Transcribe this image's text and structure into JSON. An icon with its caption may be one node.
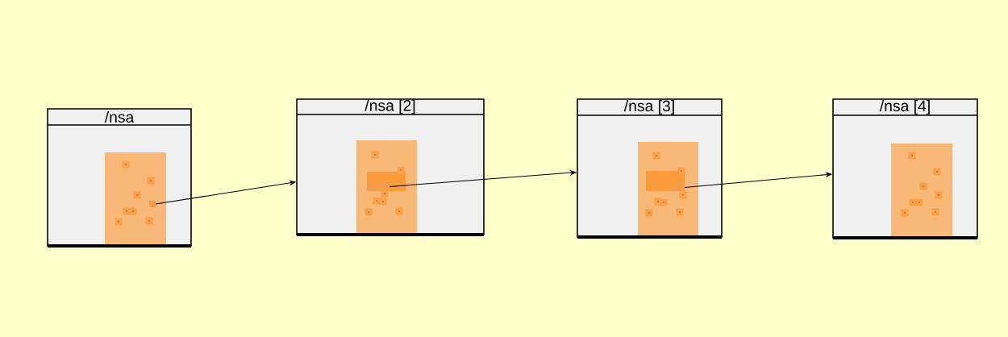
{
  "diagram": {
    "nodes": [
      {
        "text": [
          "/nsa"
        ]
      },
      {
        "text": [],
        "shape": "box",
        "in": 0
      },
      {
        "text": [
          "/nsa [2]"
        ]
      },
      {
        "text": [],
        "shape": "box",
        "in": 2
      },
      {
        "text": [
          "/nsa [3]"
        ]
      },
      {
        "text": [],
        "shape": "box",
        "in": 4
      },
      {
        "text": [
          "/nsa [4]"
        ]
      }
    ],
    "edges": [
      {
        "from": 1,
        "to": 2,
        "arrow": "to"
      },
      {
        "from": 3,
        "to": 4,
        "arrow": "to"
      },
      {
        "from": 5,
        "to": 6,
        "arrow": "to"
      }
    ]
  }
}
